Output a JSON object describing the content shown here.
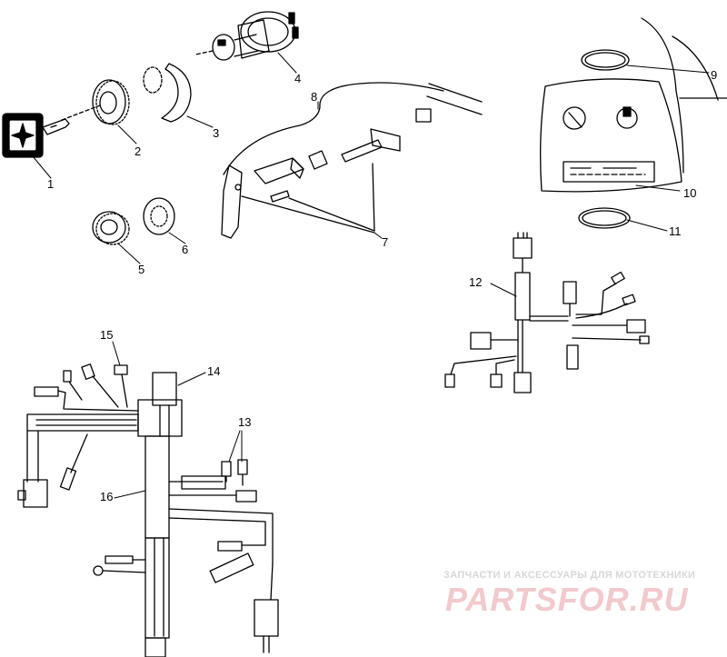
{
  "callouts": {
    "c1": "1",
    "c2": "2",
    "c3": "3",
    "c4": "4",
    "c5": "5",
    "c6": "6",
    "c7": "7",
    "c8": "8",
    "c9": "9",
    "c10": "10",
    "c11": "11",
    "c12": "12",
    "c13": "13",
    "c14": "14",
    "c15": "15",
    "c16": "16"
  },
  "watermark": {
    "tagline": "ЗАПЧАСТИ И АКСЕССУАРЫ ДЛЯ МОТОТЕХНИКИ",
    "logo_text": "PARTSFOR.RU",
    "logo_color": "#f2c9cc"
  },
  "colors": {
    "line": "#000000",
    "background": "#ffffff"
  }
}
